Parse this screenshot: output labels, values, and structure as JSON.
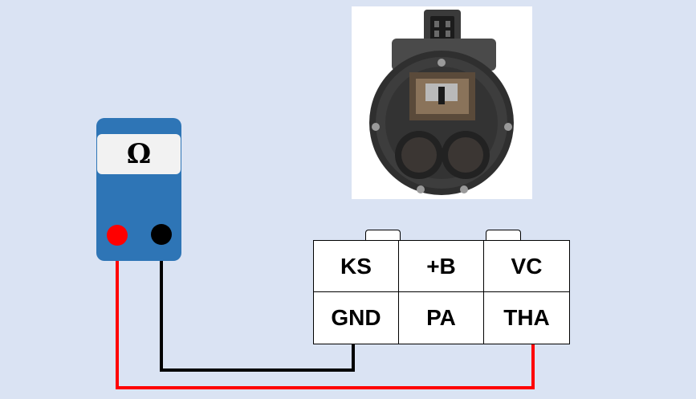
{
  "meter": {
    "display_symbol": "Ω",
    "colors": {
      "body": "#2e75b6",
      "display": "#f2f2f2",
      "red_probe": "#ff0000",
      "black_probe": "#000000"
    }
  },
  "connector": {
    "pins": [
      {
        "label": "KS"
      },
      {
        "label": "+B"
      },
      {
        "label": "VC"
      },
      {
        "label": "GND"
      },
      {
        "label": "PA"
      },
      {
        "label": "THA"
      }
    ]
  },
  "wires": [
    {
      "from": "red_probe",
      "to": "THA",
      "color": "#ff0000"
    },
    {
      "from": "black_probe",
      "to": "GND",
      "color": "#000000"
    }
  ],
  "photo": {
    "subject": "air-flow-meter-sensor-icon"
  }
}
